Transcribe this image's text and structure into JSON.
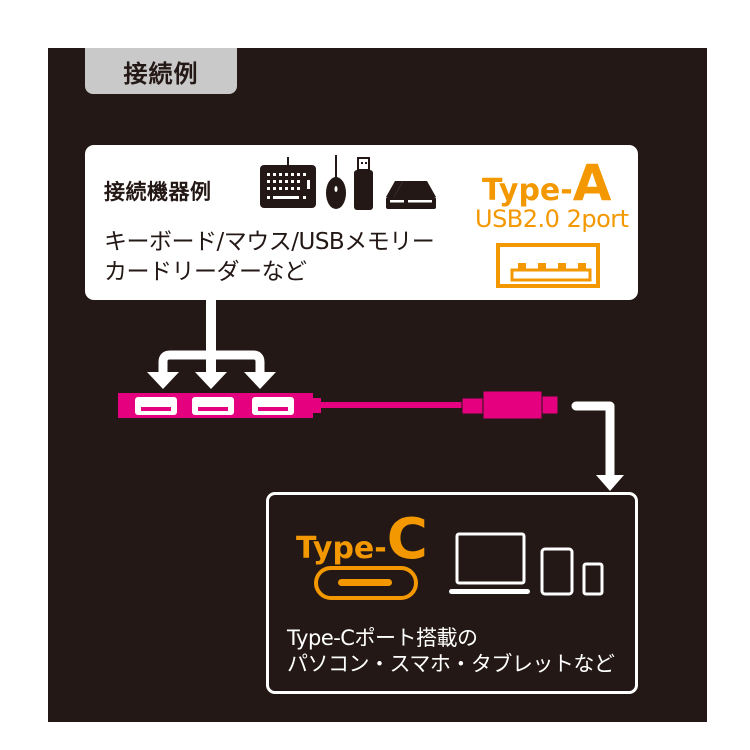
{
  "section_tab": {
    "label": "接続例"
  },
  "devices_box": {
    "title": "接続機器例",
    "description_lines": [
      "キーボード/マウス/USBメモリー",
      "カードリーダーなど"
    ],
    "icons": [
      "keyboard-icon",
      "mouse-icon",
      "usb-stick-icon",
      "card-reader-icon"
    ],
    "port": {
      "type_prefix": "Type-",
      "type_letter": "A",
      "spec": "USB2.0 2port",
      "icon": "usb-type-a-port-icon"
    }
  },
  "hub": {
    "ports_count": 3,
    "color": "#e4007f",
    "connector": "usb-type-c-plug"
  },
  "host_box": {
    "port": {
      "type_prefix": "Type-",
      "type_letter": "C",
      "icon": "usb-type-c-port-icon"
    },
    "icons": [
      "laptop-icon",
      "tablet-icon",
      "smartphone-icon"
    ],
    "description_lines": [
      "Type-Cポート搭載の",
      "パソコン・スマホ・タブレットなど"
    ]
  },
  "colors": {
    "background": "#231815",
    "accent_orange": "#f39800",
    "cable_magenta": "#e4007f",
    "tab_gray": "#c9c9ca",
    "white": "#ffffff"
  }
}
